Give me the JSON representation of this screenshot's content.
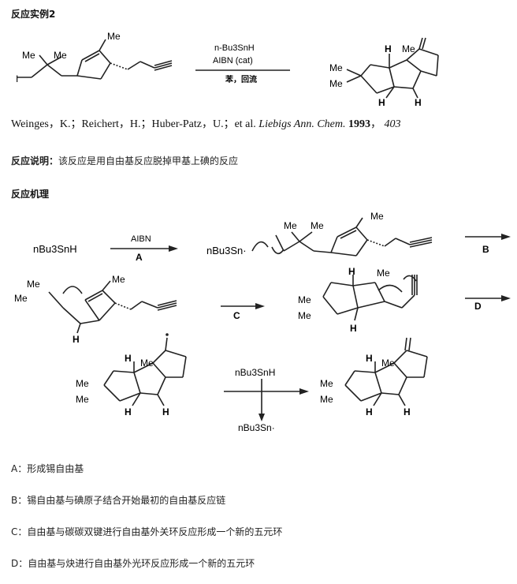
{
  "heading_example": "反应实例2",
  "scheme1": {
    "reagent_line1": "n-Bu3SnH",
    "reagent_line2": "AIBN (cat)",
    "reagent_line3": "苯，回流",
    "me": "Me",
    "h": "H",
    "iodine": "I"
  },
  "citation": {
    "authors": "Weinges，K.；Reichert，H.；Huber-Patz，U.；et al.",
    "journal": "Liebigs Ann. Chem.",
    "year": "1993",
    "sep": "，",
    "page": "403"
  },
  "explanation": {
    "label": "反应说明：",
    "text": "该反应是用自由基反应脱掉甲基上碘的反应"
  },
  "heading_mechanism": "反应机理",
  "mechanism": {
    "bu3snh": "nBu3SnH",
    "aibn": "AIBN",
    "step_a": "A",
    "step_b": "B",
    "step_c": "C",
    "step_d": "D",
    "bu3sn_radical": "nBu3Sn·",
    "me": "Me",
    "h": "H"
  },
  "steps": [
    {
      "label": "A：",
      "text": "形成锡自由基"
    },
    {
      "label": "B：",
      "text": "锡自由基与碘原子结合开始最初的自由基反应链"
    },
    {
      "label": "C：",
      "text": "自由基与碳碳双键进行自由基外关环反应形成一个新的五元环"
    },
    {
      "label": "D：",
      "text": "自由基与炔进行自由基外光环反应形成一个新的五元环"
    }
  ]
}
